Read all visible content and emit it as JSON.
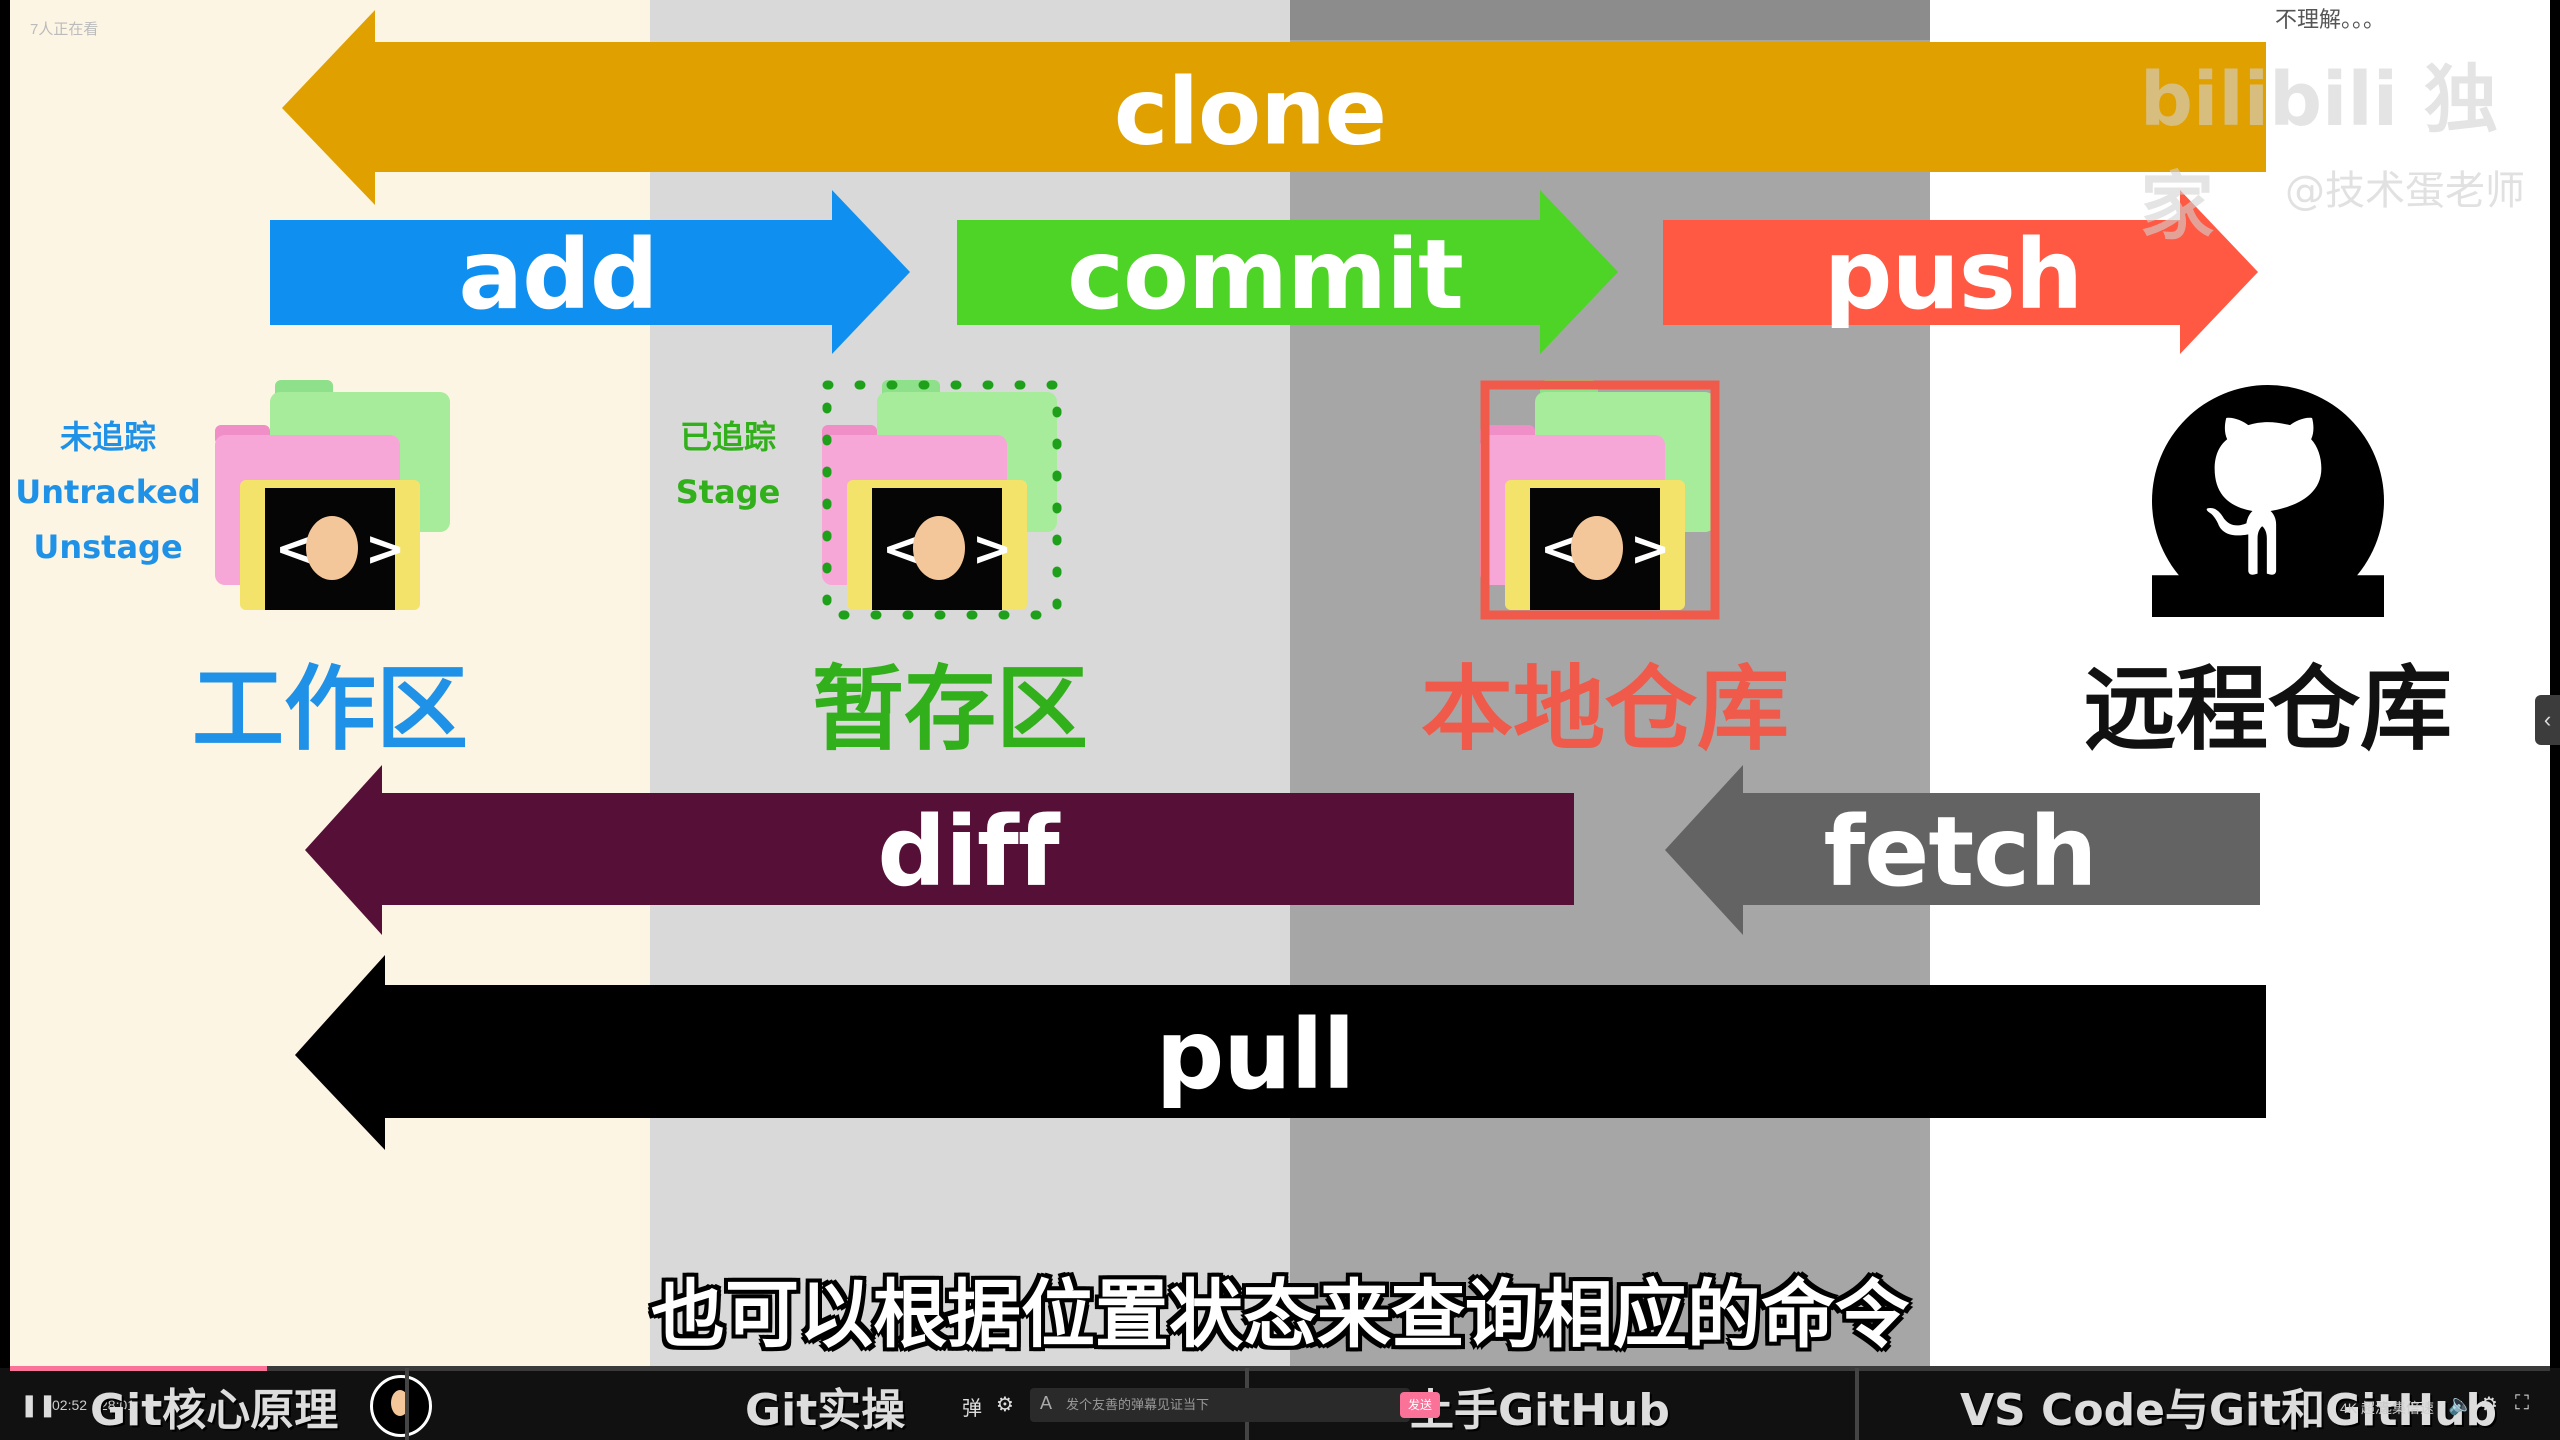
{
  "overlay": {
    "viewers": "7人正在看",
    "danmaku_toast": "不理解。。。",
    "watermark": "bilibili 独家",
    "watermark_author": "@技术蛋老师"
  },
  "arrows": {
    "clone": "clone",
    "add": "add",
    "commit": "commit",
    "push": "push",
    "diff": "diff",
    "fetch": "fetch",
    "pull": "pull"
  },
  "zones": {
    "working": {
      "name": "工作区",
      "status_cn": "未追踪",
      "status1": "Untracked",
      "status2": "Unstage"
    },
    "staging": {
      "name": "暂存区",
      "status_cn": "已追踪",
      "status1": "Stage"
    },
    "local": {
      "name": "本地仓库"
    },
    "remote": {
      "name": "远程仓库"
    }
  },
  "subtitle": "也可以根据位置状态来查询相应的命令",
  "player": {
    "current_time": "02:52",
    "total_time": "28:01",
    "progress_fraction": 0.101,
    "chapters": [
      "Git核心原理",
      "Git实操",
      "上手GitHub",
      "VS Code与Git和GitHub"
    ],
    "danmaku_placeholder": "发个友善的弹幕见证当下",
    "send_label": "发送",
    "right_controls": [
      "4K 超清",
      "选集",
      "倍速"
    ]
  },
  "colors": {
    "clone": "#e0a100",
    "add": "#0f8fef",
    "commit": "#4ed327",
    "push": "#ff5843",
    "diff": "#561038",
    "fetch": "#636363",
    "pull": "#000000",
    "working_text": "#1f92e8",
    "staging_text": "#32b01c",
    "local_text": "#f05a4a",
    "remote_text": "#111111"
  }
}
